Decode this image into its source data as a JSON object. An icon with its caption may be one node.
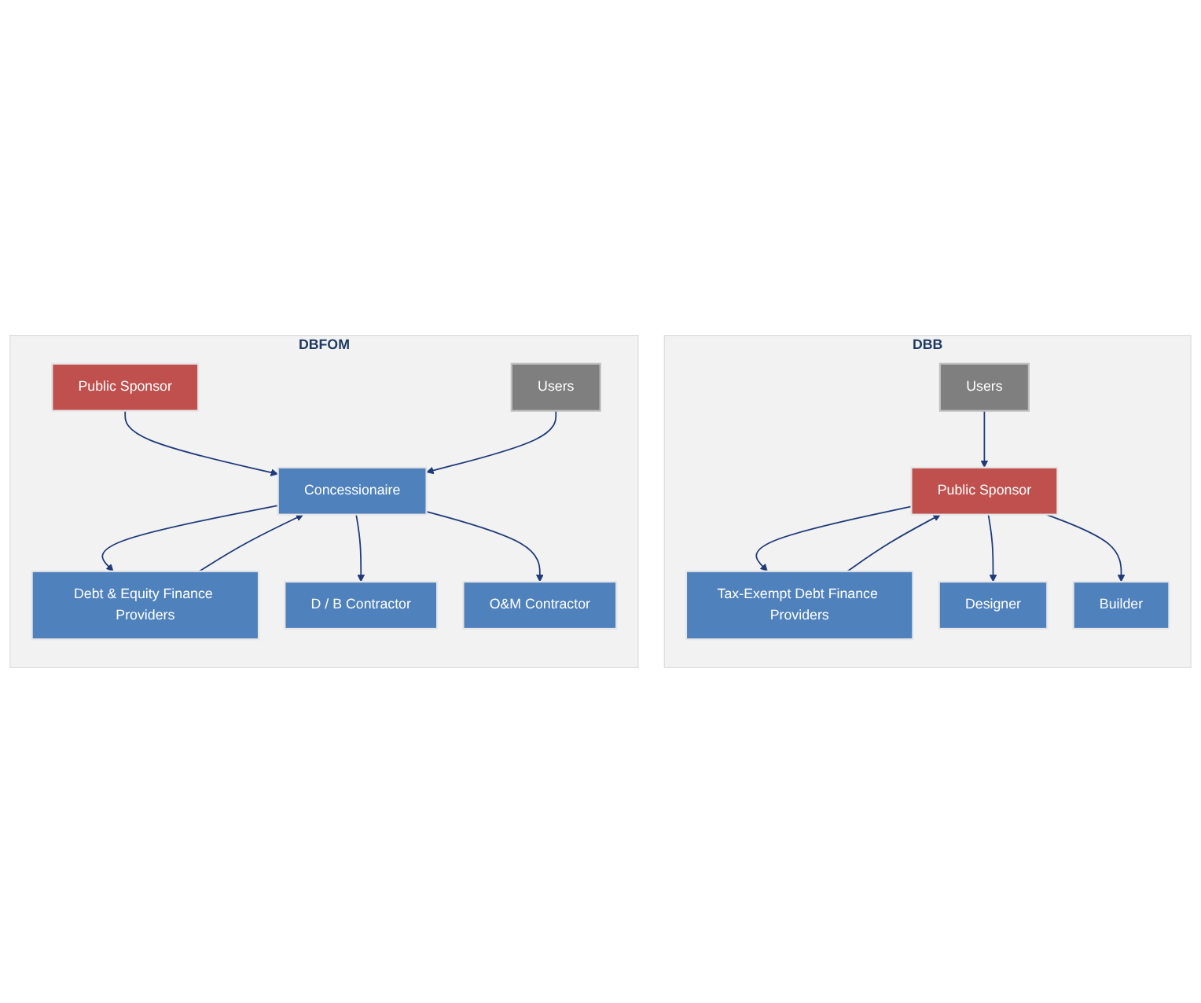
{
  "diagram": {
    "nodes": [
      {
        "text": [
          "DBB"
        ]
      },
      {
        "text": [
          "Users"
        ],
        "in": 0
      },
      {
        "text": [
          "Public Sponsor"
        ],
        "in": 0
      },
      {
        "text": [
          "Tax-Exempt Debt Finance Providers"
        ],
        "in": 0
      },
      {
        "text": [
          "Designer"
        ],
        "in": 0
      },
      {
        "text": [
          "Builder"
        ],
        "in": 0
      },
      {
        "text": [
          "DBFOM"
        ]
      },
      {
        "text": [
          "Public Sponsor"
        ],
        "in": 6
      },
      {
        "text": [
          "Users"
        ],
        "in": 6
      },
      {
        "text": [
          "Concessionaire"
        ],
        "in": 6
      },
      {
        "text": [
          "Debt & Equity Finance Providers"
        ],
        "in": 6
      },
      {
        "text": [
          "D / B Contractor"
        ],
        "in": 6
      },
      {
        "text": [
          "O&M Contractor"
        ],
        "in": 6
      }
    ],
    "edges": [
      {
        "from": 1,
        "to": 2,
        "arrow": "to"
      },
      {
        "from": 3,
        "to": 2,
        "arrow": "to"
      },
      {
        "from": 2,
        "to": 3,
        "arrow": "to"
      },
      {
        "from": 2,
        "to": 4,
        "arrow": "to"
      },
      {
        "from": 2,
        "to": 5,
        "arrow": "to"
      },
      {
        "from": 7,
        "to": 9,
        "arrow": "to"
      },
      {
        "from": 8,
        "to": 9,
        "arrow": "to"
      },
      {
        "from": 10,
        "to": 9,
        "arrow": "to"
      },
      {
        "from": 9,
        "to": 10,
        "arrow": "to"
      },
      {
        "from": 9,
        "to": 11,
        "arrow": "to"
      },
      {
        "from": 9,
        "to": 12,
        "arrow": "to"
      }
    ]
  }
}
